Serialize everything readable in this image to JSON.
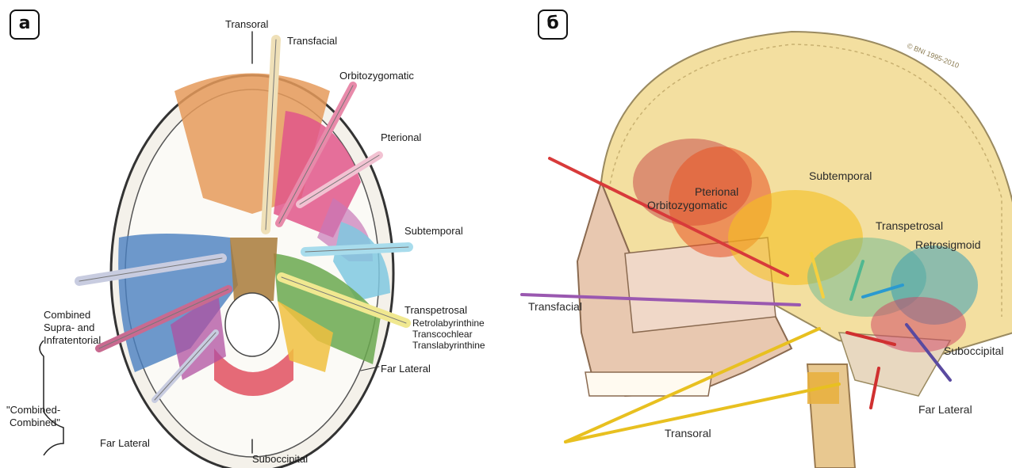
{
  "panel_a": {
    "badge": "а",
    "labels": {
      "transoral": "Transoral",
      "transfacial": "Transfacial",
      "orbitozygomatic": "Orbitozygomatic",
      "pterional": "Pterional",
      "subtemporal": "Subtemporal",
      "combined_1": "Combined",
      "combined_2": "Supra- and",
      "combined_3": "Infratentorial",
      "transpetrosal": "Transpetrosal",
      "retrolabyrinthine": "Retrolabyrinthine",
      "transcochlear": "Transcochlear",
      "translabyrinthine": "Translabyrinthine",
      "far_lateral_right": "Far Lateral",
      "combined_combined_1": "\"Combined-",
      "combined_combined_2": "Combined\"",
      "far_lateral_left": "Far Lateral",
      "suboccipital": "Suboccipital"
    }
  },
  "panel_b": {
    "badge": "б",
    "copyright": "© BNI 1995-2010",
    "labels": {
      "subtemporal": "Subtemporal",
      "pterional": "Pterional",
      "orbitozygomatic": "Orbitozygomatic",
      "transpetrosal": "Transpetrosal",
      "retrosigmoid": "Retrosigmoid",
      "transfacial": "Transfacial",
      "suboccipital": "Suboccipital",
      "far_lateral": "Far Lateral",
      "transoral": "Transoral"
    }
  },
  "colors": {
    "transoral": "#e8e0c8",
    "orbitozygomatic": "#e0568a",
    "pterional": "#e8a0b8",
    "subtemporal": "#7fc8e0",
    "combined": "#c06a90",
    "transpetrosal": "#e8e070",
    "far_lateral": "#4a7fc0",
    "suboccipital": "#e05060",
    "retrosigmoid": "#2a9ab8"
  }
}
